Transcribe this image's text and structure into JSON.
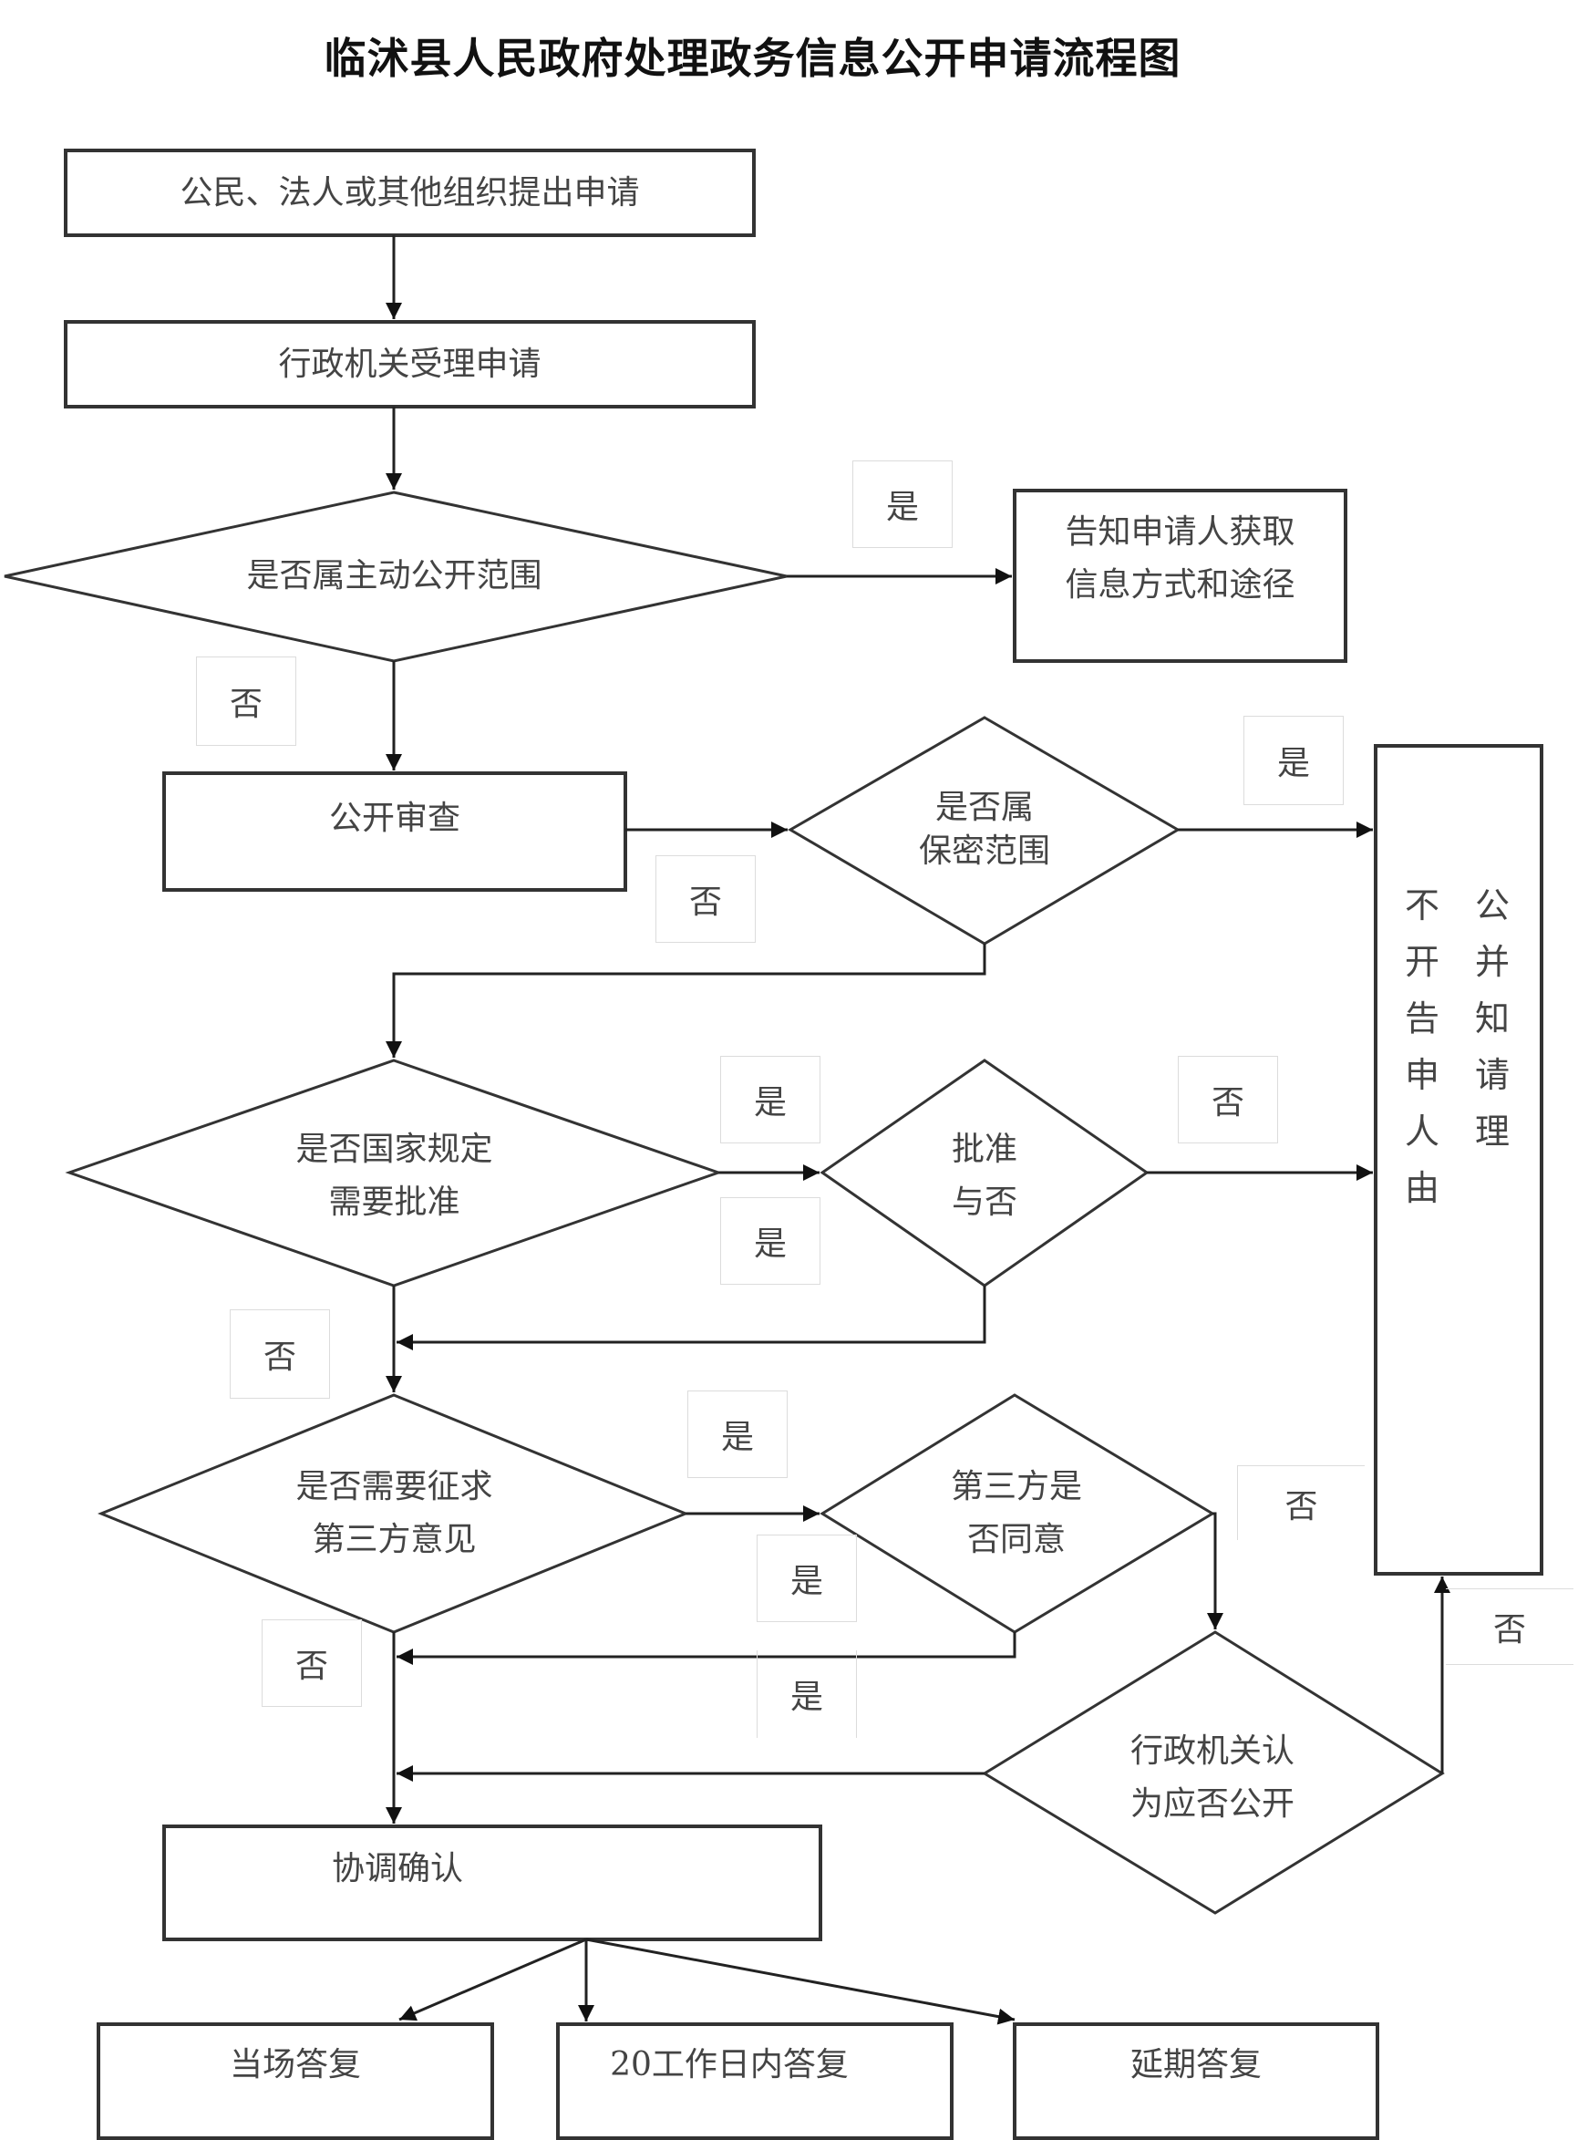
{
  "title": "临沭县人民政府处理政务信息公开申请流程图",
  "nodes": {
    "apply": "公民、法人或其他组织提出申请",
    "accept": "行政机关受理申请",
    "active_scope": "是否属主动公开范围",
    "inform_channel": "告知申请人获取\n信息方式和途径",
    "review": "公开审查",
    "secret_scope": "是否属\n保密范围",
    "refuse_col1": [
      "不",
      "开",
      "告",
      "申",
      "人",
      "由"
    ],
    "refuse_col2": [
      "公",
      "并",
      "知",
      "请",
      "理"
    ],
    "need_approval": "是否国家规定\n需要批准",
    "approved": "批准\n与否",
    "need_third": "是否需要征求\n第三方意见",
    "third_agree": "第三方是\n否同意",
    "agency_decide": "行政机关认\n为应否公开",
    "coordinate": "协调确认",
    "reply_now": "当场答复",
    "reply_20": "20工作日内答复",
    "reply_delay": "延期答复"
  },
  "labels": {
    "yes": "是",
    "no": "否"
  }
}
